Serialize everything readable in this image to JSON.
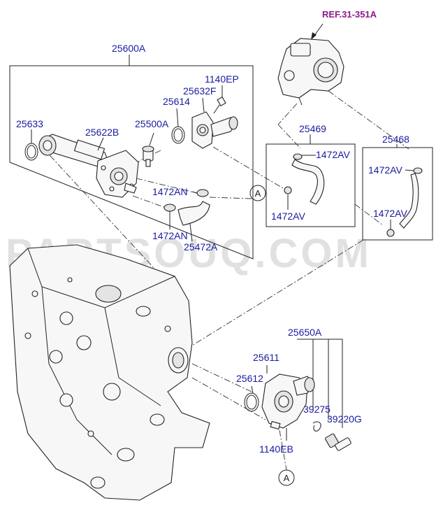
{
  "reference": "REF.31-351A",
  "watermark": "PARTSOUQ.COM",
  "labels": {
    "assy_25600A": "25600A",
    "p_1140EP": "1140EP",
    "p_25632F": "25632F",
    "p_25614": "25614",
    "p_25500A": "25500A",
    "p_25633": "25633",
    "p_25622B": "25622B",
    "p_1472AN_a": "1472AN",
    "p_1472AN_b": "1472AN",
    "p_25472A": "25472A",
    "assy_25469": "25469",
    "p_1472AV_a": "1472AV",
    "p_1472AV_b": "1472AV",
    "assy_25468": "25468",
    "p_1472AV_c": "1472AV",
    "p_1472AV_d": "1472AV",
    "assy_25650A": "25650A",
    "p_25611": "25611",
    "p_25612": "25612",
    "p_39275": "39275",
    "p_39220G": "39220G",
    "p_1140EB": "1140EB"
  },
  "markers": {
    "circle_a_top": "A",
    "circle_a_bottom": "A"
  },
  "colors": {
    "part_number": "#1a1aa0",
    "reference": "#8a1a8a",
    "lines": "#222222"
  }
}
